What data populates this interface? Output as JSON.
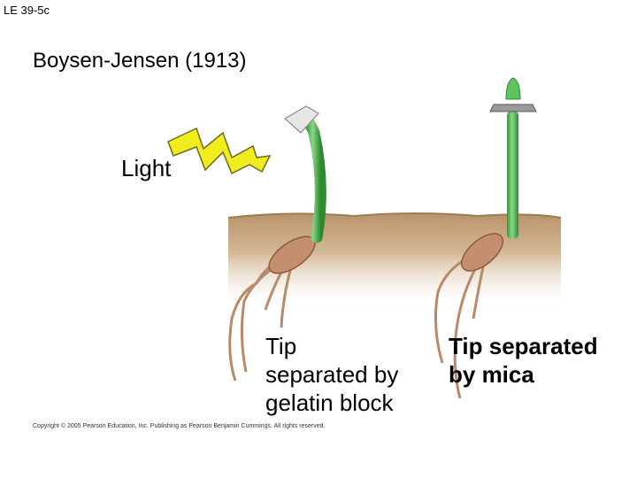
{
  "slide_id": "LE 39-5c",
  "title": "Boysen-Jensen (1913)",
  "light_label": "Light",
  "labels": {
    "gelatin": [
      "Tip",
      "separated by",
      "gelatin block"
    ],
    "mica": [
      "Tip separated",
      "by mica"
    ]
  },
  "copyright": "Copyright © 2005 Pearson Education, Inc. Publishing as Pearson Benjamin Cummings. All rights reserved.",
  "colors": {
    "soil": "#c4a27c",
    "soil_dark": "#a8835a",
    "shoot": "#3cae3c",
    "shoot_highlight": "#8ad88a",
    "light_bolt": "#f0ec1e",
    "root": "#b98a6a",
    "gelatin_block": "#e6e6e6",
    "mica_plate": "#9a9a9a"
  }
}
